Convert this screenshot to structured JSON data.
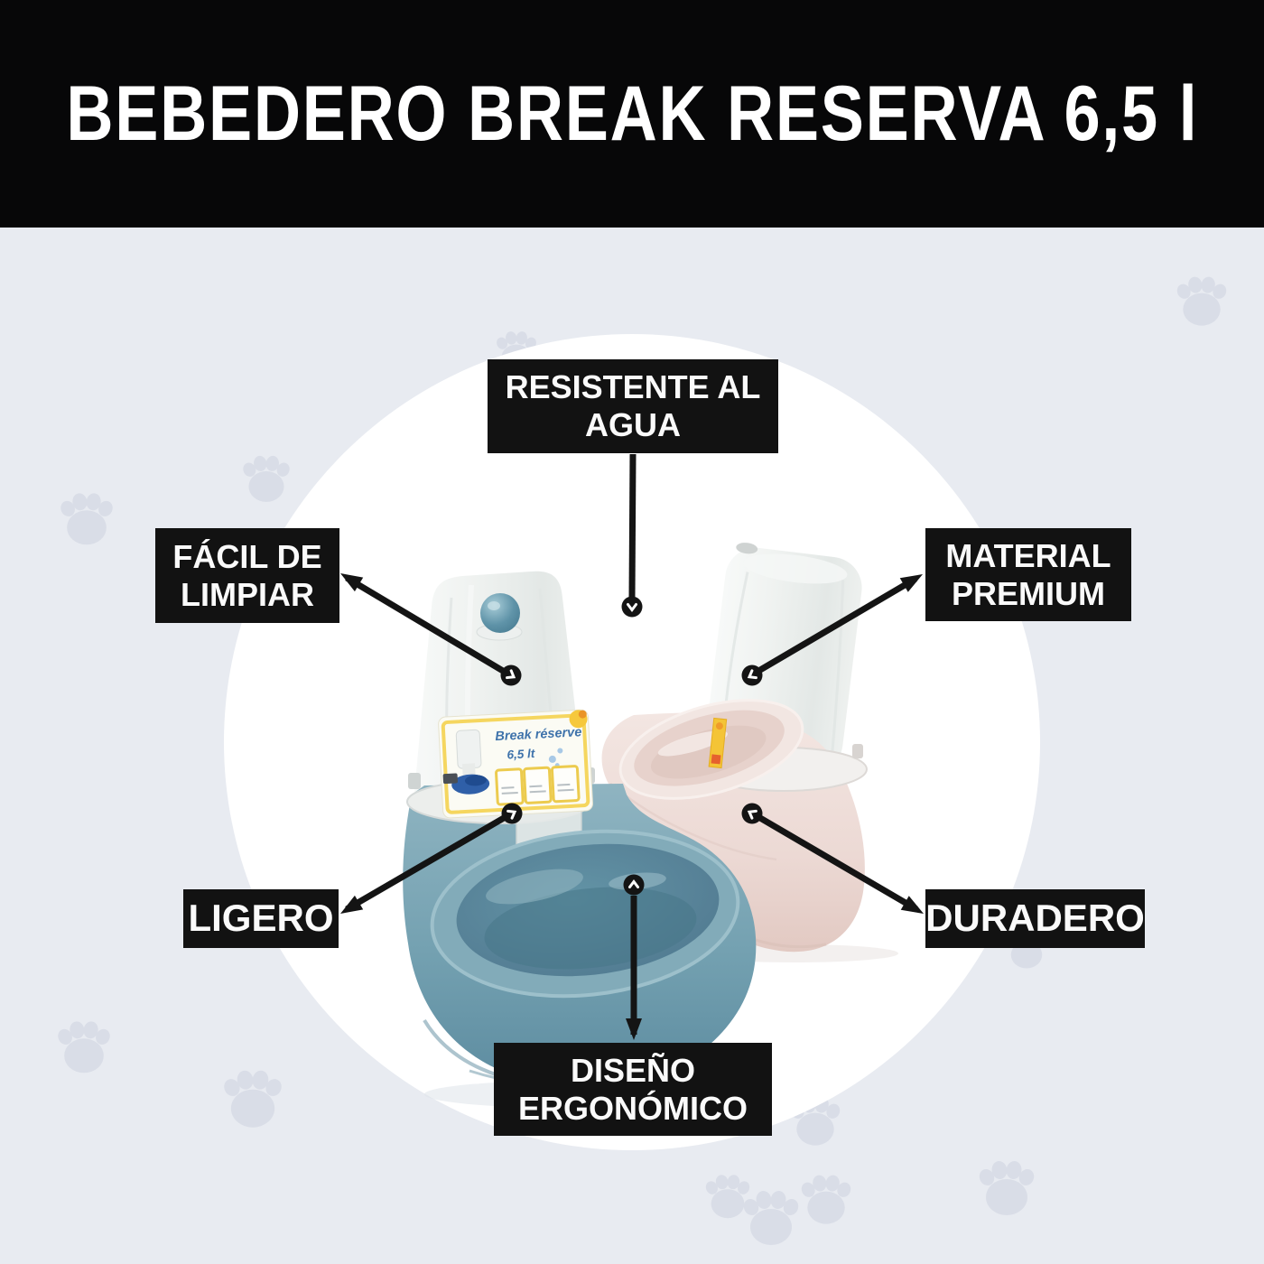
{
  "header": {
    "title": "BEBEDERO BREAK RESERVA 6,5 l"
  },
  "features": {
    "water_resistant": {
      "label": "RESISTENTE AL\nAGUA"
    },
    "easy_clean": {
      "label": "FÁCIL DE\nLIMPIAR"
    },
    "premium_material": {
      "label": "MATERIAL\nPREMIUM"
    },
    "lightweight": {
      "label": "LIGERO"
    },
    "durable": {
      "label": "DURADERO"
    },
    "ergonomic": {
      "label": "DISEÑO\nERGONÓMICO"
    }
  },
  "product_tag": {
    "line1": "Break réserve",
    "line2": "6,5 lt"
  },
  "colors": {
    "background": "#e8ebf1",
    "panel_black": "#121212",
    "text_white": "#fafafa",
    "circle_white": "#ffffff",
    "paw_gray": "#d9dde7",
    "blue_variant": "#7aa7b6",
    "blue_bowl": "#52829655",
    "pink_variant": "#eedcd8",
    "tank_white": "#f2f4f2",
    "tag_yellow": "#f4d456",
    "tag_blue_text": "#3f73ab",
    "ball_teal": "#4f8aa0"
  }
}
